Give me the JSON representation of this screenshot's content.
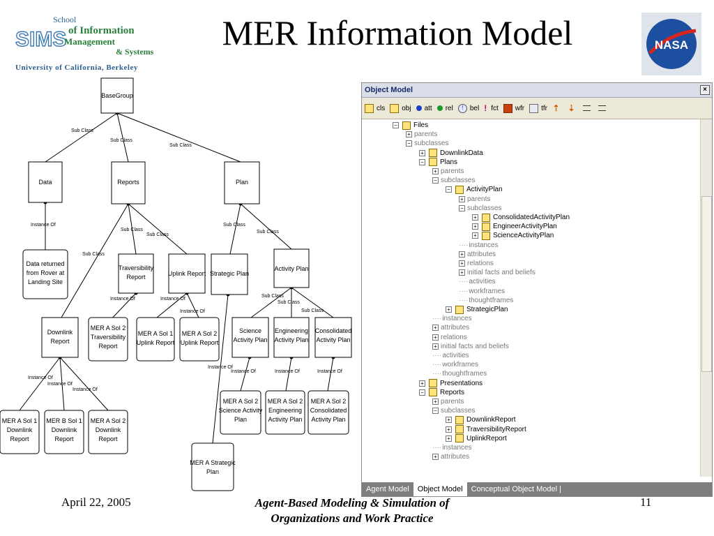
{
  "slide": {
    "title": "MER Information Model",
    "date": "April 22, 2005",
    "footer_line1": "Agent-Based Modeling & Simulation of",
    "footer_line2": "Organizations and Work Practice",
    "page": "11"
  },
  "logo": {
    "school_line1": "School",
    "school_line2": "of Information",
    "school_line3": "Management",
    "school_line4": "& Systems",
    "sims": "SIMS",
    "university": "University of California, Berkeley",
    "nasa": "NASA"
  },
  "diagram": {
    "nodes": {
      "basegroup": "BaseGroup",
      "data": "Data",
      "reports": "Reports",
      "plan": "Plan",
      "data_returned_1": "Data returned",
      "data_returned_2": "from Rover at",
      "data_returned_3": "Landing Site",
      "traversibility_1": "Traversibility",
      "traversibility_2": "Report",
      "uplink": "Uplink Report",
      "strategic": "Strategic Plan",
      "activity": "Activity Plan",
      "downlink_1": "Downlink",
      "downlink_2": "Report",
      "mer_trav_1": "MER A Sol 2",
      "mer_trav_2": "Traversibility",
      "mer_trav_3": "Report",
      "mer_up1_1": "MER A Sol 1",
      "mer_up1_2": "Uplink Report",
      "mer_up2_1": "MER A Sol 2",
      "mer_up2_2": "Uplink Report",
      "science_1": "Science",
      "science_2": "Activity Plan",
      "engineering_1": "Engineering",
      "engineering_2": "Activity Plan",
      "consolidated_1": "Consolidated",
      "consolidated_2": "Activity Plan",
      "mer_sci_1": "MER A Sol 2",
      "mer_sci_2": "Science Activity",
      "mer_sci_3": "Plan",
      "mer_eng_1": "MER A Sol 2",
      "mer_eng_2": "Engineering",
      "mer_eng_3": "Activity Plan",
      "mer_con_1": "MER A Sol 2",
      "mer_con_2": "Consolidated",
      "mer_con_3": "Activity Plan",
      "dl1_1": "MER A Sol 1",
      "dl1_2": "Downlink",
      "dl1_3": "Report",
      "dl2_1": "MER B Sol 1",
      "dl2_2": "Downlink",
      "dl2_3": "Report",
      "dl3_1": "MER A Sol 2",
      "dl3_2": "Downlink",
      "dl3_3": "Report",
      "mer_strat_1": "MER A Strategic",
      "mer_strat_2": "Plan"
    },
    "edge_labels": {
      "subclass": "Sub Class",
      "instance": "Instance Of"
    }
  },
  "object_model": {
    "title": "Object Model",
    "close": "×",
    "toolbar": [
      {
        "icon": "cube-icon",
        "label": "cls"
      },
      {
        "icon": "cube-icon",
        "label": "obj"
      },
      {
        "icon": "blue-dot-icon",
        "label": "att"
      },
      {
        "icon": "green-dot-icon",
        "label": "rel"
      },
      {
        "icon": "info-icon",
        "label": "bel"
      },
      {
        "icon": "exclamation-icon",
        "label": "fct"
      },
      {
        "icon": "workframe-icon",
        "label": "wfr"
      },
      {
        "icon": "thoughtframe-icon",
        "label": "tfr"
      }
    ],
    "tree": [
      {
        "indent": 0,
        "box": "-",
        "cube": true,
        "label": "Files",
        "grey": false
      },
      {
        "indent": 1,
        "box": "+",
        "cube": false,
        "label": "parents",
        "grey": true
      },
      {
        "indent": 1,
        "box": "-",
        "cube": false,
        "label": "subclasses",
        "grey": true
      },
      {
        "indent": 2,
        "box": "+",
        "cube": true,
        "label": "DownlinkData",
        "grey": false
      },
      {
        "indent": 2,
        "box": "-",
        "cube": true,
        "label": "Plans",
        "grey": false
      },
      {
        "indent": 3,
        "box": "+",
        "cube": false,
        "label": "parents",
        "grey": true
      },
      {
        "indent": 3,
        "box": "-",
        "cube": false,
        "label": "subclasses",
        "grey": true
      },
      {
        "indent": 4,
        "box": "-",
        "cube": true,
        "label": "ActivityPlan",
        "grey": false
      },
      {
        "indent": 5,
        "box": "+",
        "cube": false,
        "label": "parents",
        "grey": true
      },
      {
        "indent": 5,
        "box": "-",
        "cube": false,
        "label": "subclasses",
        "grey": true
      },
      {
        "indent": 6,
        "box": "+",
        "cube": true,
        "label": "ConsolidatedActivityPlan",
        "grey": false
      },
      {
        "indent": 6,
        "box": "+",
        "cube": true,
        "label": "EngineerActivityPlan",
        "grey": false
      },
      {
        "indent": 6,
        "box": "+",
        "cube": true,
        "label": "ScienceActivityPlan",
        "grey": false
      },
      {
        "indent": 5,
        "box": "",
        "cube": false,
        "label": "instances",
        "grey": true
      },
      {
        "indent": 5,
        "box": "+",
        "cube": false,
        "label": "attributes",
        "grey": true
      },
      {
        "indent": 5,
        "box": "+",
        "cube": false,
        "label": "relations",
        "grey": true
      },
      {
        "indent": 5,
        "box": "+",
        "cube": false,
        "label": "initial facts and beliefs",
        "grey": true
      },
      {
        "indent": 5,
        "box": "",
        "cube": false,
        "label": "activities",
        "grey": true
      },
      {
        "indent": 5,
        "box": "",
        "cube": false,
        "label": "workframes",
        "grey": true
      },
      {
        "indent": 5,
        "box": "",
        "cube": false,
        "label": "thoughtframes",
        "grey": true
      },
      {
        "indent": 4,
        "box": "+",
        "cube": true,
        "label": "StrategicPlan",
        "grey": false
      },
      {
        "indent": 3,
        "box": "",
        "cube": false,
        "label": "instances",
        "grey": true
      },
      {
        "indent": 3,
        "box": "+",
        "cube": false,
        "label": "attributes",
        "grey": true
      },
      {
        "indent": 3,
        "box": "+",
        "cube": false,
        "label": "relations",
        "grey": true
      },
      {
        "indent": 3,
        "box": "+",
        "cube": false,
        "label": "initial facts and beliefs",
        "grey": true
      },
      {
        "indent": 3,
        "box": "",
        "cube": false,
        "label": "activities",
        "grey": true
      },
      {
        "indent": 3,
        "box": "",
        "cube": false,
        "label": "workframes",
        "grey": true
      },
      {
        "indent": 3,
        "box": "",
        "cube": false,
        "label": "thoughtframes",
        "grey": true
      },
      {
        "indent": 2,
        "box": "+",
        "cube": true,
        "label": "Presentations",
        "grey": false
      },
      {
        "indent": 2,
        "box": "-",
        "cube": true,
        "label": "Reports",
        "grey": false
      },
      {
        "indent": 3,
        "box": "+",
        "cube": false,
        "label": "parents",
        "grey": true
      },
      {
        "indent": 3,
        "box": "-",
        "cube": false,
        "label": "subclasses",
        "grey": true
      },
      {
        "indent": 4,
        "box": "+",
        "cube": true,
        "label": "DownlinkReport",
        "grey": false
      },
      {
        "indent": 4,
        "box": "+",
        "cube": true,
        "label": "TraversibilityReport",
        "grey": false
      },
      {
        "indent": 4,
        "box": "+",
        "cube": true,
        "label": "UplinkReport",
        "grey": false
      },
      {
        "indent": 3,
        "box": "",
        "cube": false,
        "label": "instances",
        "grey": true
      },
      {
        "indent": 3,
        "box": "+",
        "cube": false,
        "label": "attributes",
        "grey": true
      }
    ],
    "tabs": [
      {
        "label": "Agent Model",
        "active": false
      },
      {
        "label": "Object Model",
        "active": true
      },
      {
        "label": "Conceptual Object Model |",
        "active": false
      }
    ]
  }
}
